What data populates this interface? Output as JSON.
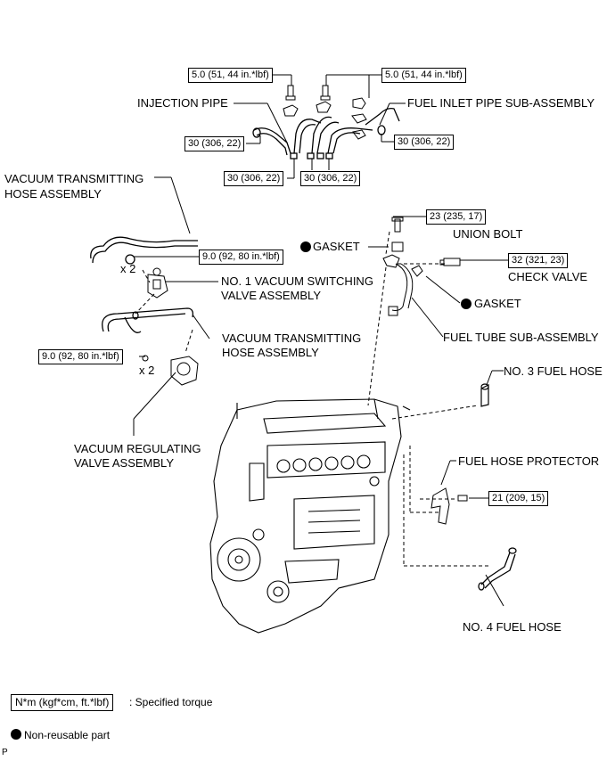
{
  "labels": {
    "injection_pipe": "INJECTION PIPE",
    "fuel_inlet_pipe": "FUEL INLET PIPE SUB-ASSEMBLY",
    "vac_hose_1_l1": "VACUUM TRANSMITTING",
    "vac_hose_1_l2": "HOSE ASSEMBLY",
    "gasket_top": "GASKET",
    "union_bolt": "UNION BOLT",
    "check_valve": "CHECK VALVE",
    "gasket_mid": "GASKET",
    "vsv_l1": "NO. 1 VACUUM SWITCHING",
    "vsv_l2": "VALVE ASSEMBLY",
    "vac_hose_2_l1": "VACUUM TRANSMITTING",
    "vac_hose_2_l2": "HOSE ASSEMBLY",
    "fuel_tube": "FUEL TUBE SUB-ASSEMBLY",
    "fuel_hose_3": "NO. 3 FUEL HOSE",
    "vrv_l1": "VACUUM REGULATING",
    "vrv_l2": "VALVE ASSEMBLY",
    "fuel_hose_protector": "FUEL HOSE PROTECTOR",
    "fuel_hose_4": "NO. 4 FUEL HOSE",
    "x2_a": "x 2",
    "x2_b": "x 2"
  },
  "torques": {
    "t_5_left": "5.0 (51, 44 in.*lbf)",
    "t_5_right": "5.0 (51, 44 in.*lbf)",
    "t_30_left": "30 (306, 22)",
    "t_30_right": "30 (306, 22)",
    "t_30_bot_left": "30 (306, 22)",
    "t_30_bot_right": "30 (306, 22)",
    "t_23": "23 (235, 17)",
    "t_9_top": "9.0 (92, 80 in.*lbf)",
    "t_32": "32 (321, 23)",
    "t_9_bot": "9.0 (92, 80 in.*lbf)",
    "t_21": "21 (209, 15)"
  },
  "legend": {
    "torque_unit": "N*m (kgf*cm, ft.*lbf)",
    "torque_desc": ": Specified torque",
    "nonreusable": "Non-reusable part"
  },
  "corner_mark": "P"
}
